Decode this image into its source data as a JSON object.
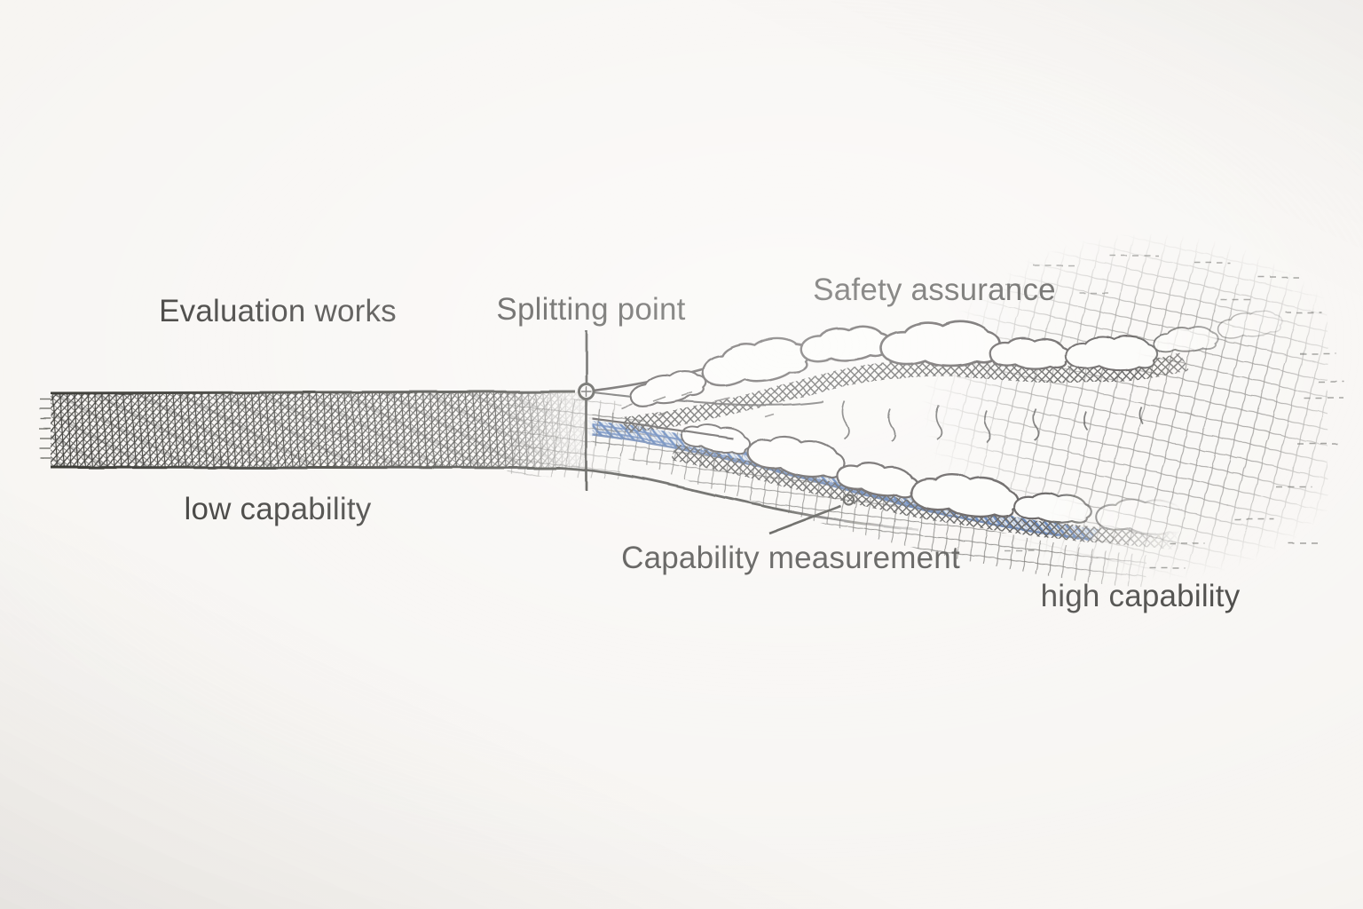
{
  "diagram": {
    "colors": {
      "paper": "#f7f5f2",
      "ink": "#201f1c",
      "stream_blue": "#1f4e9c"
    },
    "labels": {
      "evaluation_works": "Evaluation works",
      "splitting_point": "Splitting point",
      "safety_assurance": "Safety assurance",
      "low_capability": "low capability",
      "capability_measurement": "Capability measurement",
      "high_capability": "high capability"
    }
  }
}
